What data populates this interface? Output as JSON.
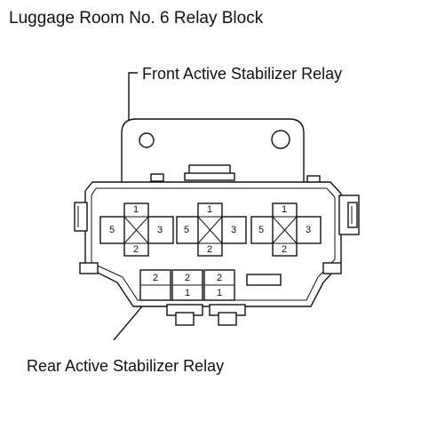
{
  "diagram": {
    "title": "Luggage Room No. 6 Relay Block",
    "callouts": {
      "front": "Front Active Stabilizer Relay",
      "rear": "Rear Active Stabilizer Relay"
    },
    "relays": [
      {
        "name": "relay-left",
        "pins": {
          "top": "1",
          "left": "5",
          "right": "3",
          "bottom": "2"
        }
      },
      {
        "name": "relay-middle",
        "pins": {
          "top": "1",
          "left": "5",
          "right": "3",
          "bottom": "2"
        }
      },
      {
        "name": "relay-right",
        "pins": {
          "top": "1",
          "left": "5",
          "right": "3",
          "bottom": "2"
        }
      }
    ],
    "small_relays": [
      {
        "name": "small-relay-1",
        "pins": {
          "top": "2",
          "bottom": ""
        }
      },
      {
        "name": "small-relay-2",
        "pins": {
          "top": "2",
          "bottom": "1"
        }
      },
      {
        "name": "small-relay-3",
        "pins": {
          "top": "2",
          "bottom": "1"
        }
      }
    ]
  }
}
